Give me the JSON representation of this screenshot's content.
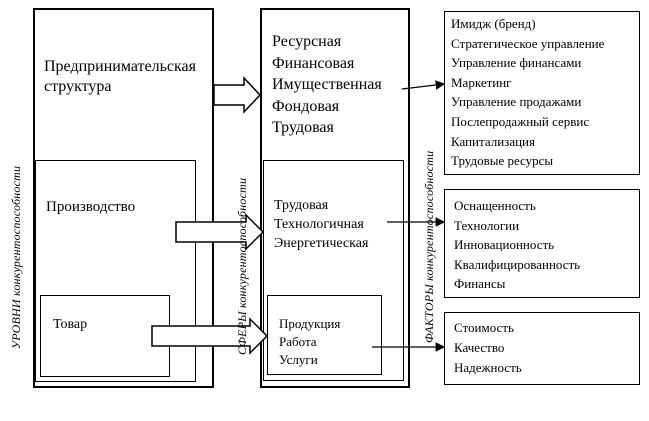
{
  "left_column": {
    "title": "Предприниматель­ская структура",
    "title_line1": "Предприниматель­ская",
    "title_line2": "структура",
    "production": "Производство",
    "product": "Товар"
  },
  "middle_column": {
    "top_lines": [
      "Ресурсная",
      "Финансовая",
      "Имущественная",
      "Фондовая",
      "Трудовая"
    ],
    "mid_lines": [
      "Трудовая",
      "Технологичная",
      "Энергетическая"
    ],
    "bottom_lines": [
      "Продукция",
      "Работа",
      "Услуги"
    ]
  },
  "right_column": {
    "top_items": [
      "Имидж (бренд)",
      "Стратегическое управление",
      "Управление финансами",
      "Маркетинг",
      "Управление продажами",
      "Послепродажный сервис",
      "Капитализация",
      "Трудовые ресурсы"
    ],
    "mid_items": [
      "Оснащенность",
      "Технологии",
      "Инновационность",
      "Квалифицированность",
      "Финансы"
    ],
    "bottom_items": [
      "Стоимость",
      "Качество",
      "Надежность"
    ]
  },
  "vertical_labels": {
    "levels": "УРОВНИ конкурентоспособности",
    "spheres": "СФЕРЫ конкурентоспособности",
    "factors": "ФАКТОРЫ конкурентоспособности"
  }
}
